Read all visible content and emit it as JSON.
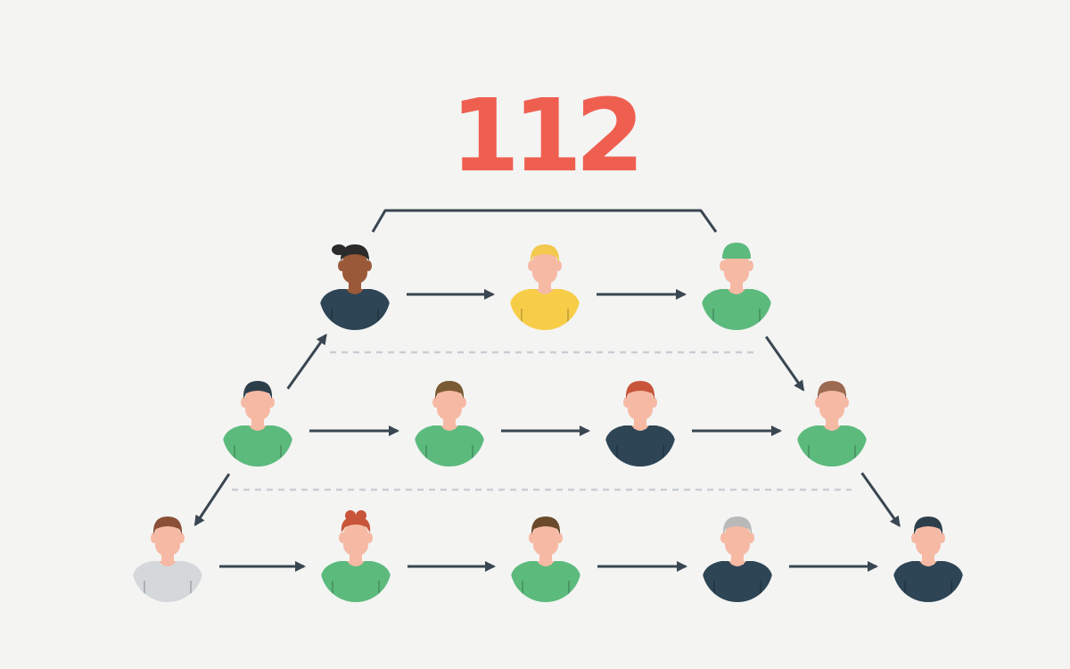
{
  "title_number": "112",
  "colors": {
    "accent": "#ef5f50",
    "arrow": "#3a4651",
    "bracket": "#3a4651",
    "divider": "#c9cfd3",
    "skin": "#f6b9a4",
    "shirt_green": "#5cba7d",
    "shirt_navy": "#2d4555",
    "shirt_yellow": "#f7cd48",
    "shirt_gray": "#d4d8da"
  },
  "people": [
    {
      "id": "p1",
      "row": 1,
      "shirt": "navy",
      "hair": "#2b2b2b",
      "skin": "#9a5a3a",
      "hair_style": "bun"
    },
    {
      "id": "p2",
      "row": 1,
      "shirt": "yellow",
      "hair": "#f2c94c",
      "skin": "#f6b9a4",
      "hair_style": "short"
    },
    {
      "id": "p3",
      "row": 1,
      "shirt": "green",
      "hair": "#5cba7d",
      "skin": "#f6b9a4",
      "hair_style": "cap"
    },
    {
      "id": "p4",
      "row": 2,
      "shirt": "green",
      "hair": "#2d3e4b",
      "skin": "#f6b9a4",
      "hair_style": "short"
    },
    {
      "id": "p5",
      "row": 2,
      "shirt": "green",
      "hair": "#7a5a32",
      "skin": "#f6b9a4",
      "hair_style": "short"
    },
    {
      "id": "p6",
      "row": 2,
      "shirt": "navy",
      "hair": "#c8553a",
      "skin": "#f6b9a4",
      "hair_style": "short"
    },
    {
      "id": "p7",
      "row": 2,
      "shirt": "green",
      "hair": "#9c6a50",
      "skin": "#f6b9a4",
      "hair_style": "short"
    },
    {
      "id": "p8",
      "row": 3,
      "shirt": "gray",
      "hair": "#8a4f36",
      "skin": "#f6b9a4",
      "hair_style": "short"
    },
    {
      "id": "p9",
      "row": 3,
      "shirt": "green",
      "hair": "#c8553a",
      "skin": "#f6b9a4",
      "hair_style": "curly"
    },
    {
      "id": "p10",
      "row": 3,
      "shirt": "green",
      "hair": "#6b4a2b",
      "skin": "#f6b9a4",
      "hair_style": "short"
    },
    {
      "id": "p11",
      "row": 3,
      "shirt": "navy",
      "hair": "#b9b9b9",
      "skin": "#f6b9a4",
      "hair_style": "short"
    },
    {
      "id": "p12",
      "row": 3,
      "shirt": "navy",
      "hair": "#2d3e4b",
      "skin": "#f6b9a4",
      "hair_style": "short"
    }
  ],
  "connections": [
    [
      "p1",
      "p2"
    ],
    [
      "p2",
      "p3"
    ],
    [
      "p3",
      "p7"
    ],
    [
      "p4",
      "p5"
    ],
    [
      "p5",
      "p6"
    ],
    [
      "p6",
      "p7"
    ],
    [
      "p7",
      "p12"
    ],
    [
      "p4",
      "p1"
    ],
    [
      "p4",
      "p8"
    ],
    [
      "p8",
      "p9"
    ],
    [
      "p9",
      "p10"
    ],
    [
      "p10",
      "p11"
    ],
    [
      "p11",
      "p12"
    ]
  ]
}
